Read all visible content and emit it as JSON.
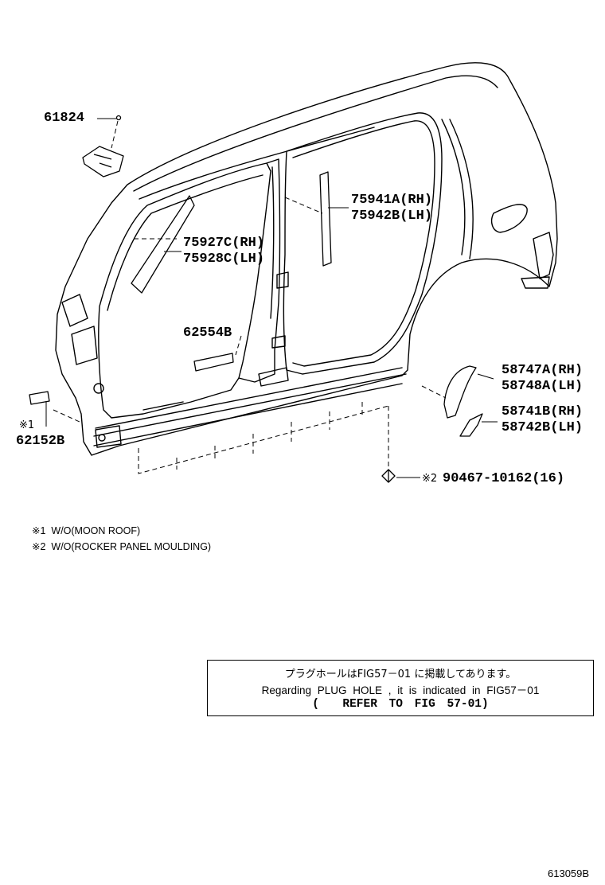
{
  "parts": [
    {
      "id": "p61824",
      "lines": [
        "61824"
      ]
    },
    {
      "id": "p75941",
      "lines": [
        "75941A(RH)",
        "75942B(LH)"
      ]
    },
    {
      "id": "p75927",
      "lines": [
        "75927C(RH)",
        "75928C(LH)"
      ]
    },
    {
      "id": "p62554",
      "lines": [
        "62554B"
      ]
    },
    {
      "id": "p58747",
      "lines": [
        "58747A(RH)",
        "58748A(LH)"
      ]
    },
    {
      "id": "p58741",
      "lines": [
        "58741B(RH)",
        "58742B(LH)"
      ]
    },
    {
      "id": "p62152",
      "lines": [
        "62152B"
      ]
    },
    {
      "id": "p90467",
      "lines": [
        "90467-10162(16)"
      ]
    }
  ],
  "marks": {
    "m1": "※1",
    "m2": "※2"
  },
  "notes": [
    {
      "mark": "※1",
      "text": "W/O(MOON ROOF)"
    },
    {
      "mark": "※2",
      "text": "W/O(ROCKER PANEL MOULDING)"
    }
  ],
  "reference_box": {
    "line_jp": "プラグホールはFIG57－01 に掲載してあります。",
    "line_en": "Regarding PLUG HOLE , it is indicated in FIG57－01",
    "line_ref": "(  REFER TO FIG 57-01)"
  },
  "illustration_code": "613059B"
}
